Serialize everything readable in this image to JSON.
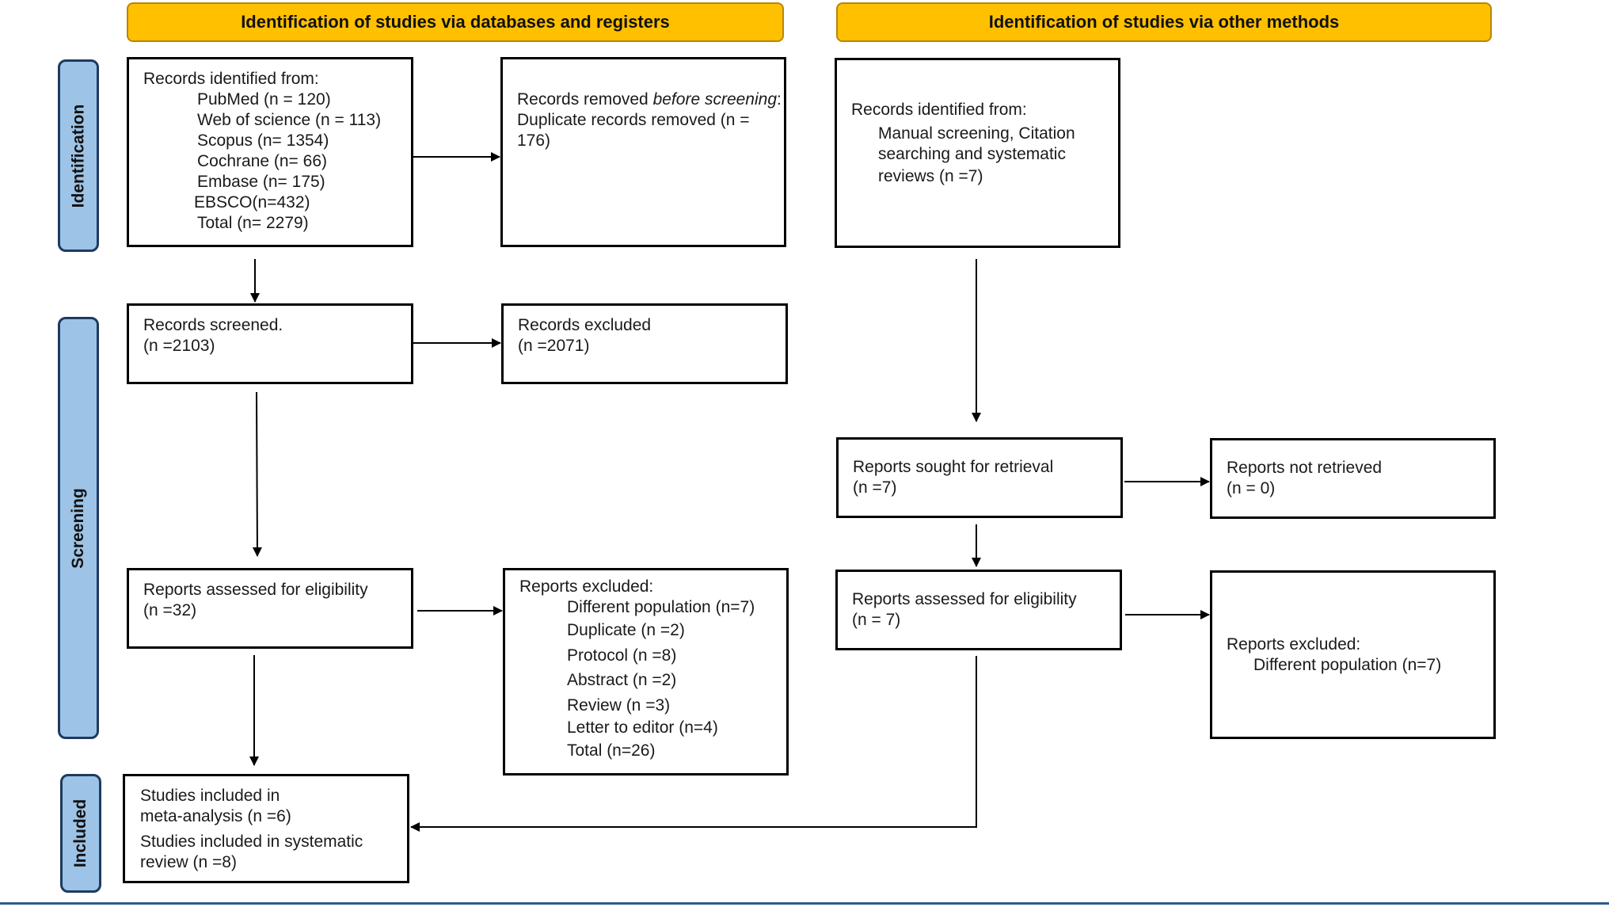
{
  "headers": {
    "left": "Identification of studies via databases and registers",
    "right": "Identification of studies via other methods"
  },
  "stages": {
    "identification": "Identification",
    "screening": "Screening",
    "included": "Included"
  },
  "db_records": {
    "title": "Records identified from:",
    "sources": [
      "PubMed (n = 120)",
      "Web of science (n = 113)",
      "Scopus (n= 1354)",
      "Cochrane (n= 66)",
      "Embase (n= 175)",
      "EBSCO(n=432)",
      "Total (n= 2279)"
    ]
  },
  "removed": {
    "prefix": "Records removed ",
    "italic": "before screening",
    "colon": ":",
    "line2": "Duplicate records removed (n =",
    "line3": "176)"
  },
  "other_records": {
    "title": "Records identified from:",
    "line1": "Manual screening, Citation",
    "line2": "searching and systematic",
    "line3": "reviews (n =7)"
  },
  "screened": {
    "label": "Records screened.",
    "count": "(n =2103)"
  },
  "excluded_records": {
    "label": "Records excluded",
    "count": "(n =2071)"
  },
  "sought": {
    "label": "Reports sought for retrieval",
    "count": "(n =7)"
  },
  "not_retrieved": {
    "label": "Reports not retrieved",
    "count": "(n = 0)"
  },
  "eligibility_db": {
    "label": "Reports assessed for eligibility",
    "count": "(n =32)"
  },
  "excluded_reports_db": {
    "title": "Reports excluded:",
    "items": [
      "Different population (n=7)",
      "Duplicate (n =2)",
      "Protocol (n =8)",
      "Abstract (n =2)",
      "Review (n =3)",
      "Letter to editor (n=4)",
      "Total (n=26)"
    ]
  },
  "eligibility_other": {
    "label": "Reports assessed for eligibility",
    "count": "(n = 7)"
  },
  "excluded_reports_other": {
    "title": "Reports excluded:",
    "item": "Different population (n=7)"
  },
  "included": {
    "line1": "Studies included in",
    "line2": "meta-analysis (n =6)",
    "line3": "Studies included in systematic",
    "line4": "review (n =8)"
  },
  "colors": {
    "header_fill": "#ffc000",
    "stage_fill": "#9dc3e6",
    "stage_border": "#1f3a5f"
  }
}
